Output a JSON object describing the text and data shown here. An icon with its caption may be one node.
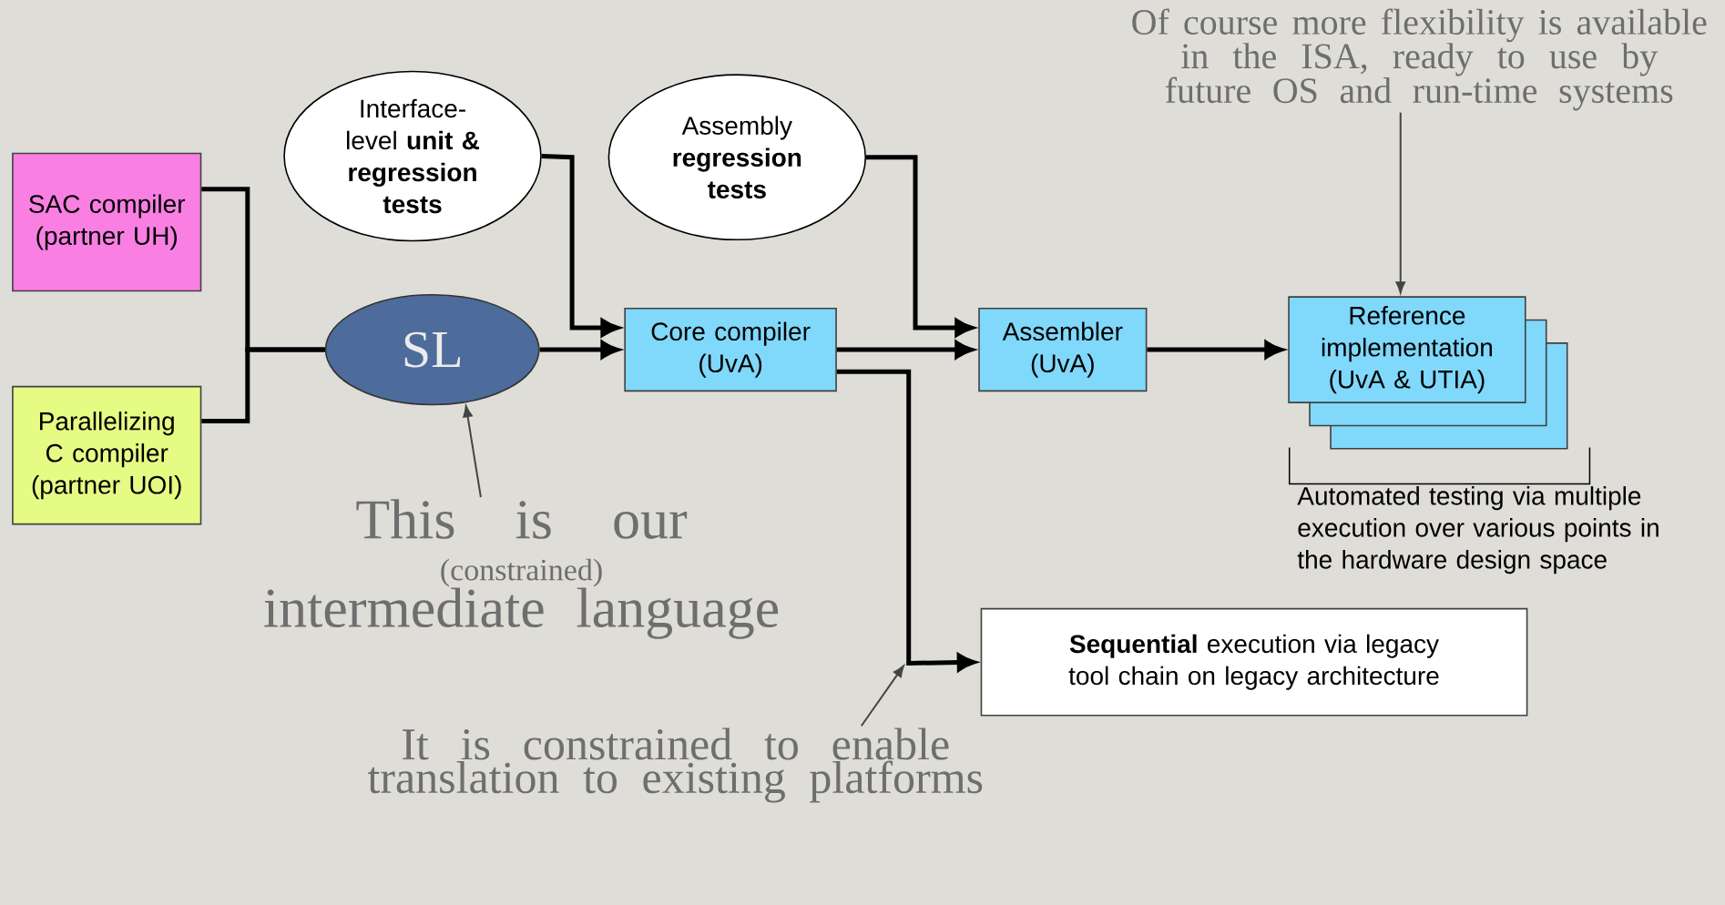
{
  "diagram": {
    "nodes": [
      {
        "text": [
          "SAC compiler (partner UH)"
        ]
      },
      {
        "text": [
          "Parallelizing C compiler (partner UOI)"
        ]
      },
      {
        "text": [
          "Interface-level **unit & regression tests**"
        ]
      },
      {
        "text": [
          "Assembly **regression tests**"
        ]
      },
      {
        "text": [
          "SL"
        ]
      },
      {
        "text": [
          "Core compiler (UvA)"
        ]
      },
      {
        "text": [
          "Assembler (UvA)"
        ]
      },
      {
        "text": [
          "Reference implementation (UvA & UTIA)"
        ],
        "beside": [
          "Automated testing via multiple execution over various points in the hardware design space"
        ]
      },
      {
        "text": [
          "**Sequential** execution via legacy tool chain on legacy architecture"
        ]
      },
      {
        "text": [
          "Of course more flexibility is available in the ISA, ready to use by future OS and run-time systems"
        ]
      },
      {
        "text": [
          "This is our",
          "(constrained)",
          "intermediate language"
        ]
      },
      {
        "text": [
          "It is constrained to enable translation to existing platforms"
        ]
      }
    ],
    "edges": [
      {
        "from": 0,
        "to": 4,
        "arrow": "none"
      },
      {
        "from": 1,
        "to": 4,
        "arrow": "none"
      },
      {
        "from": 4,
        "to": 5,
        "arrow": "to"
      },
      {
        "from": 2,
        "to": 5,
        "arrow": "to"
      },
      {
        "from": 5,
        "to": 6,
        "arrow": "to"
      },
      {
        "from": 3,
        "to": 6,
        "arrow": "to"
      },
      {
        "from": 6,
        "to": 7,
        "arrow": "to"
      },
      {
        "from": 5,
        "to": 8,
        "arrow": "to"
      },
      {
        "from": 9,
        "to": 7,
        "arrow": "to",
        "color": "#444444"
      },
      {
        "from": 10,
        "to": 4,
        "arrow": "to",
        "color": "#444444"
      },
      {
        "from": 11,
        "to": null,
        "arrow": "to",
        "color": "#444444"
      }
    ]
  }
}
